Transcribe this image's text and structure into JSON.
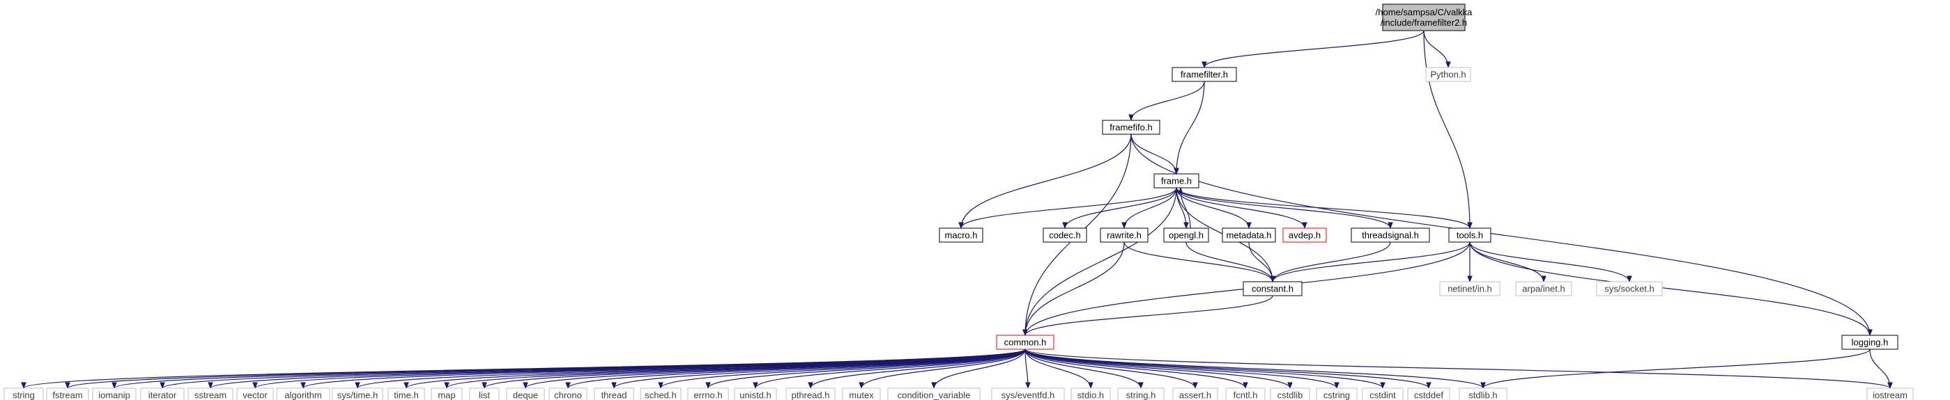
{
  "diagram": {
    "nodes": [
      {
        "id": "root",
        "lines": [
          "/home/sampsa/C/valkka",
          "/include/framefilter2.h"
        ],
        "style": "root"
      },
      {
        "id": "framefilter",
        "lines": [
          "framefilter.h"
        ],
        "style": "normal"
      },
      {
        "id": "python",
        "lines": [
          "Python.h"
        ],
        "style": "external"
      },
      {
        "id": "framefifo",
        "lines": [
          "framefifo.h"
        ],
        "style": "normal"
      },
      {
        "id": "frame",
        "lines": [
          "frame.h"
        ],
        "style": "normal"
      },
      {
        "id": "macro",
        "lines": [
          "macro.h"
        ],
        "style": "normal"
      },
      {
        "id": "codec",
        "lines": [
          "codec.h"
        ],
        "style": "normal"
      },
      {
        "id": "rawrite",
        "lines": [
          "rawrite.h"
        ],
        "style": "normal"
      },
      {
        "id": "opengl",
        "lines": [
          "opengl.h"
        ],
        "style": "normal"
      },
      {
        "id": "metadata",
        "lines": [
          "metadata.h"
        ],
        "style": "normal"
      },
      {
        "id": "avdep",
        "lines": [
          "avdep.h"
        ],
        "style": "truncated"
      },
      {
        "id": "threadsignal",
        "lines": [
          "threadsignal.h"
        ],
        "style": "normal"
      },
      {
        "id": "tools",
        "lines": [
          "tools.h"
        ],
        "style": "normal"
      },
      {
        "id": "constant",
        "lines": [
          "constant.h"
        ],
        "style": "normal"
      },
      {
        "id": "netinet",
        "lines": [
          "netinet/in.h"
        ],
        "style": "external"
      },
      {
        "id": "arpa",
        "lines": [
          "arpa/inet.h"
        ],
        "style": "external"
      },
      {
        "id": "syssocket",
        "lines": [
          "sys/socket.h"
        ],
        "style": "external"
      },
      {
        "id": "common",
        "lines": [
          "common.h"
        ],
        "style": "truncated"
      },
      {
        "id": "logging",
        "lines": [
          "logging.h"
        ],
        "style": "normal"
      },
      {
        "id": "string",
        "lines": [
          "string"
        ],
        "style": "external"
      },
      {
        "id": "fstream",
        "lines": [
          "fstream"
        ],
        "style": "external"
      },
      {
        "id": "iomanip",
        "lines": [
          "iomanip"
        ],
        "style": "external"
      },
      {
        "id": "iterator",
        "lines": [
          "iterator"
        ],
        "style": "external"
      },
      {
        "id": "sstream",
        "lines": [
          "sstream"
        ],
        "style": "external"
      },
      {
        "id": "vector",
        "lines": [
          "vector"
        ],
        "style": "external"
      },
      {
        "id": "algorithm",
        "lines": [
          "algorithm"
        ],
        "style": "external"
      },
      {
        "id": "systime",
        "lines": [
          "sys/time.h"
        ],
        "style": "external"
      },
      {
        "id": "timeh",
        "lines": [
          "time.h"
        ],
        "style": "external"
      },
      {
        "id": "map",
        "lines": [
          "map"
        ],
        "style": "external"
      },
      {
        "id": "list",
        "lines": [
          "list"
        ],
        "style": "external"
      },
      {
        "id": "deque",
        "lines": [
          "deque"
        ],
        "style": "external"
      },
      {
        "id": "chrono",
        "lines": [
          "chrono"
        ],
        "style": "external"
      },
      {
        "id": "thread",
        "lines": [
          "thread"
        ],
        "style": "external"
      },
      {
        "id": "sched",
        "lines": [
          "sched.h"
        ],
        "style": "external"
      },
      {
        "id": "errno",
        "lines": [
          "errno.h"
        ],
        "style": "external"
      },
      {
        "id": "unistd",
        "lines": [
          "unistd.h"
        ],
        "style": "external"
      },
      {
        "id": "pthread",
        "lines": [
          "pthread.h"
        ],
        "style": "external"
      },
      {
        "id": "mutex",
        "lines": [
          "mutex"
        ],
        "style": "external"
      },
      {
        "id": "condvar",
        "lines": [
          "condition_variable"
        ],
        "style": "external"
      },
      {
        "id": "syseventfd",
        "lines": [
          "sys/eventfd.h"
        ],
        "style": "external"
      },
      {
        "id": "stdio",
        "lines": [
          "stdio.h"
        ],
        "style": "external"
      },
      {
        "id": "stringh",
        "lines": [
          "string.h"
        ],
        "style": "external"
      },
      {
        "id": "assert",
        "lines": [
          "assert.h"
        ],
        "style": "external"
      },
      {
        "id": "fcntl",
        "lines": [
          "fcntl.h"
        ],
        "style": "external"
      },
      {
        "id": "cstdlib",
        "lines": [
          "cstdlib"
        ],
        "style": "external"
      },
      {
        "id": "cstring",
        "lines": [
          "cstring"
        ],
        "style": "external"
      },
      {
        "id": "cstdint",
        "lines": [
          "cstdint"
        ],
        "style": "external"
      },
      {
        "id": "cstddef",
        "lines": [
          "cstddef"
        ],
        "style": "external"
      },
      {
        "id": "stdlibh",
        "lines": [
          "stdlib.h"
        ],
        "style": "external"
      },
      {
        "id": "iostream",
        "lines": [
          "iostream"
        ],
        "style": "external"
      }
    ],
    "edges": [
      [
        "root",
        "framefilter"
      ],
      [
        "root",
        "python"
      ],
      [
        "root",
        "tools"
      ],
      [
        "framefilter",
        "framefifo"
      ],
      [
        "framefilter",
        "frame"
      ],
      [
        "framefifo",
        "frame"
      ],
      [
        "framefifo",
        "macro"
      ],
      [
        "framefifo",
        "common"
      ],
      [
        "framefifo",
        "logging"
      ],
      [
        "frame",
        "macro"
      ],
      [
        "frame",
        "codec"
      ],
      [
        "frame",
        "rawrite"
      ],
      [
        "frame",
        "opengl"
      ],
      [
        "frame",
        "metadata"
      ],
      [
        "frame",
        "avdep"
      ],
      [
        "frame",
        "threadsignal"
      ],
      [
        "frame",
        "tools"
      ],
      [
        "frame",
        "constant"
      ],
      [
        "frame",
        "common"
      ],
      [
        "opengl",
        "frame"
      ],
      [
        "opengl",
        "constant"
      ],
      [
        "rawrite",
        "constant"
      ],
      [
        "rawrite",
        "common"
      ],
      [
        "metadata",
        "constant"
      ],
      [
        "threadsignal",
        "constant"
      ],
      [
        "tools",
        "constant"
      ],
      [
        "tools",
        "common"
      ],
      [
        "tools",
        "logging"
      ],
      [
        "tools",
        "netinet"
      ],
      [
        "tools",
        "arpa"
      ],
      [
        "tools",
        "syssocket"
      ],
      [
        "constant",
        "common"
      ],
      [
        "logging",
        "iostream"
      ],
      [
        "logging",
        "stdlibh"
      ],
      [
        "common",
        "string"
      ],
      [
        "common",
        "fstream"
      ],
      [
        "common",
        "iomanip"
      ],
      [
        "common",
        "iterator"
      ],
      [
        "common",
        "sstream"
      ],
      [
        "common",
        "vector"
      ],
      [
        "common",
        "algorithm"
      ],
      [
        "common",
        "systime"
      ],
      [
        "common",
        "timeh"
      ],
      [
        "common",
        "map"
      ],
      [
        "common",
        "list"
      ],
      [
        "common",
        "deque"
      ],
      [
        "common",
        "chrono"
      ],
      [
        "common",
        "thread"
      ],
      [
        "common",
        "sched"
      ],
      [
        "common",
        "errno"
      ],
      [
        "common",
        "unistd"
      ],
      [
        "common",
        "pthread"
      ],
      [
        "common",
        "mutex"
      ],
      [
        "common",
        "condvar"
      ],
      [
        "common",
        "syseventfd"
      ],
      [
        "common",
        "stdio"
      ],
      [
        "common",
        "stringh"
      ],
      [
        "common",
        "assert"
      ],
      [
        "common",
        "fcntl"
      ],
      [
        "common",
        "cstdlib"
      ],
      [
        "common",
        "cstring"
      ],
      [
        "common",
        "cstdint"
      ],
      [
        "common",
        "cstddef"
      ],
      [
        "common",
        "stdlibh"
      ],
      [
        "common",
        "iostream"
      ]
    ]
  },
  "colors": {
    "edge": "#191970",
    "node_border": "#000000",
    "external_border": "#bfbfbf",
    "external_text": "#3f3f3f",
    "truncated_border": "#ff0000",
    "root_fill": "#bfbfbf",
    "node_fill": "#ffffff"
  }
}
